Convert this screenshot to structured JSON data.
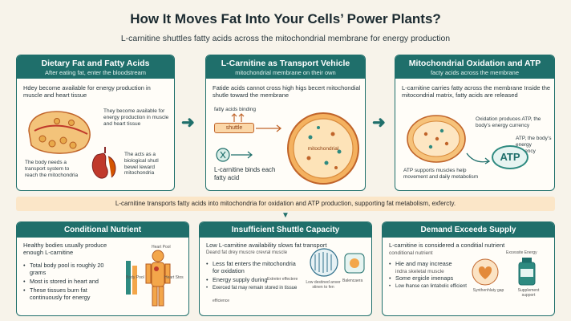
{
  "title": "How It Moves Fat Into Your Cells’ Power Plants?",
  "subtitle": "L-carnitine shuttles fatty acids across the mitochondrial membrane for energy production",
  "panel1": {
    "heading": "Dietary Fat and Fatty Acids",
    "subheading": "After eating fat, enter the bloodstream",
    "intro": "Hdey become available for energy production in muscle and heart tissue",
    "note1": "They become available for energy production in muscle and heart tissue",
    "note2": "The body needs a transport system to reach the mitochondria",
    "note3": "The acts as a biological shutl bewel leward mitochondria"
  },
  "panel2": {
    "heading": "L-Carnitine as Transport Vehicle",
    "subheading": "mitochondrial membrane on their own",
    "intro": "Fatide acids cannot cross high higs becert mitochondial shutle toward the membrane",
    "binding_label": "fatty acids binding",
    "shuttle_label": "shuttle",
    "mito_label": "mitochondrial",
    "binds_text": "L-carnitine binds each fatty acid"
  },
  "panel3": {
    "heading": "Mitochondrial Oxidation and ATP",
    "subheading": "facty acids across the membrane",
    "intro": "L-carnitine carries fatty across the membrane Inside the mitocondrial matrix, fatty acids are released",
    "note1": "Oxidation produces ATP, the body’s energy currency",
    "note2": "ATP, the body’s energy currency",
    "atp_label": "ATP",
    "note3": "ATP supports muscles help movement and daily metabolism"
  },
  "banner": "L-carnitine transports fatty acids into mitochondria for oxidation and ATP production, supporting fat metabolism, exfercty.",
  "bottom1": {
    "heading": "Conditional Nutrient",
    "intro": "Healthy bodies usually produce enough L-carnitine",
    "bullets": [
      "Total body pool is roughly 20 grams",
      "Most is stored in heart and",
      "These tissues burn fat continuously for energy"
    ],
    "label_heart": "Heart Pool",
    "label_body": "Body Pool",
    "label_heart2": "Heart Stos"
  },
  "bottom2": {
    "heading": "Insufficient Shuttle Capacity",
    "intro": "Low L-carnitine availability slows fat transport",
    "intro_small": "Deand fat drey muscre crevral muscle",
    "bullets": [
      "Less fat enters the mitochondria for oxidation",
      "Energy supply during",
      "Exerced fat may remain stored in tissue"
    ],
    "b1_small": "Extreter effectere",
    "b3_small": "efficience",
    "label_low": "Low destined anver stinen to fen",
    "label_balance": "Balencaera"
  },
  "bottom3": {
    "heading": "Demand Exceeds Supply",
    "intro": "L-carnitine is considered a conditial nutrient",
    "intro_small": "conditional nutrient",
    "intro_small_right": "Excessite Energy",
    "bullets": [
      "Hie and may increase",
      "Some ergicle imenaps",
      "Low lhanse can lintabolic efficient"
    ],
    "b1_small": "indra skeletal muscle",
    "label_gap": "Synthenhlaty gap",
    "label_support": "Supplement support"
  },
  "colors": {
    "teal": "#1f6f6b",
    "orange": "#e38a3a",
    "banner": "#fbe6c8",
    "background": "#f7f3ea"
  }
}
